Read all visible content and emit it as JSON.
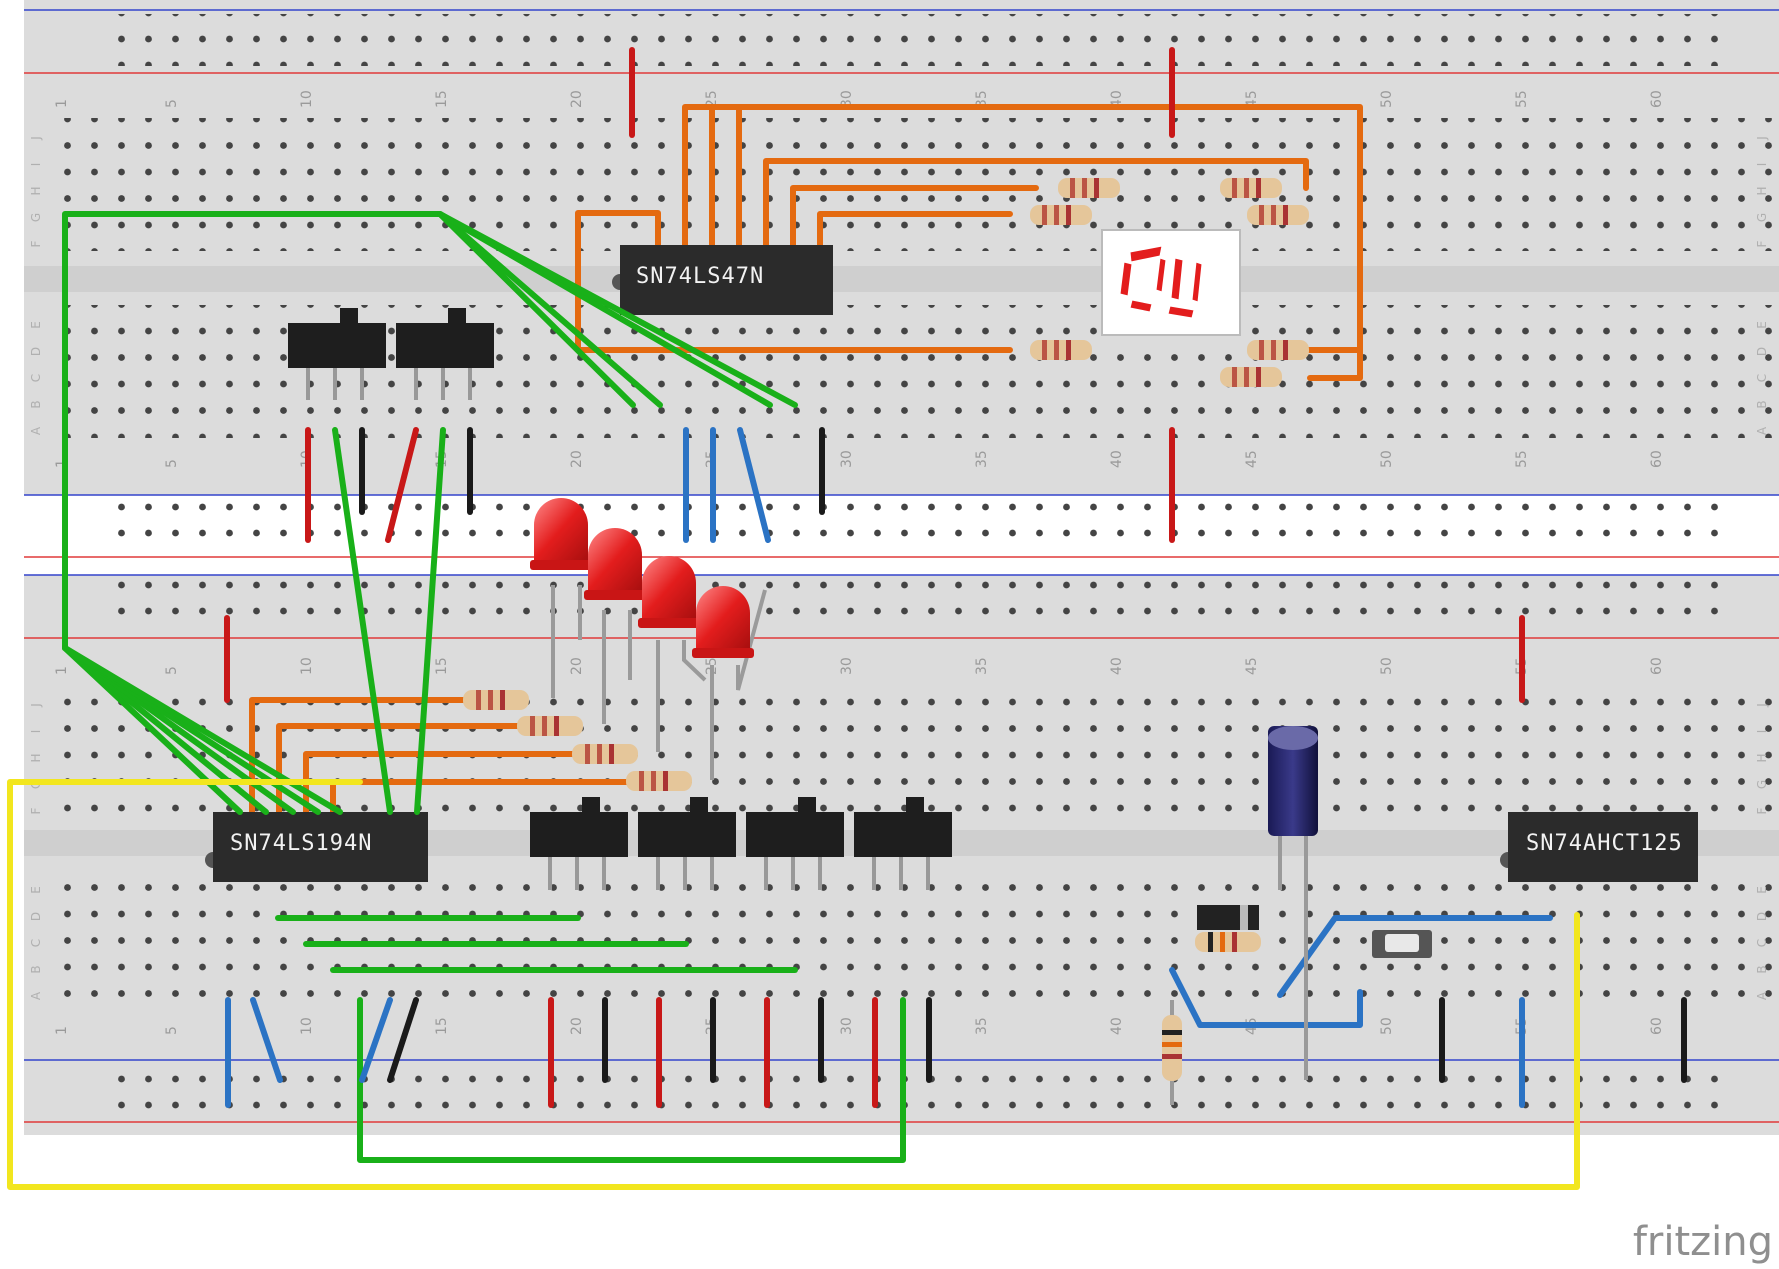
{
  "brand": {
    "logo_text": "fritzing"
  },
  "boards": [
    {
      "name": "top-breadboard"
    },
    {
      "name": "bottom-breadboard"
    }
  ],
  "column_numbers": [
    "1",
    "5",
    "10",
    "15",
    "20",
    "25",
    "30",
    "35",
    "40",
    "45",
    "50",
    "55",
    "60"
  ],
  "row_letters_upper": [
    "J",
    "I",
    "H",
    "G",
    "F"
  ],
  "row_letters_lower": [
    "E",
    "D",
    "C",
    "B",
    "A"
  ],
  "chips": {
    "ic1": "SN74LS47N",
    "ic2": "SN74LS194N",
    "ic3": "SN74AHCT125"
  },
  "colors": {
    "board": "#dcdcdc",
    "rail_red": "#e03a3a",
    "rail_blue": "#3344cc",
    "wire_orange": "#e46a10",
    "wire_green": "#19b019",
    "wire_red": "#c81818",
    "wire_blue": "#2b73c4",
    "wire_black": "#1a1a1a",
    "wire_yellow": "#f2e61e",
    "led_red": "#e31d1d",
    "chip_body": "#2b2b2b"
  }
}
